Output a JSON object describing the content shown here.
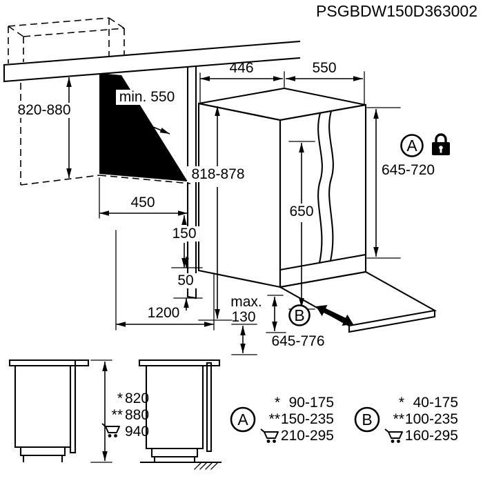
{
  "header": {
    "part_number": "PSGBDW150D363002"
  },
  "colors": {
    "ink": "#000000",
    "paper": "#ffffff"
  },
  "icons": {
    "lock": "padlock-icon",
    "cart": "cart-icon"
  },
  "dims": {
    "niche_height": "820-880",
    "niche_depth": "min. 550",
    "niche_width": "450",
    "width": "446",
    "depth": "550",
    "height": "818-878",
    "door_height": "650",
    "panel_height": "645-720",
    "plinth": "150",
    "gap": "50",
    "front_clearance": "1200",
    "max_label": "max.",
    "max_value": "130",
    "plinth_panel": "645-776"
  },
  "markers": {
    "a": "A",
    "b": "B"
  },
  "height_table": {
    "rows": [
      {
        "prefix": "*",
        "value": "820",
        "icon": ""
      },
      {
        "prefix": "**",
        "value": "880",
        "icon": ""
      },
      {
        "prefix": "",
        "value": "940",
        "icon": "cart"
      }
    ]
  },
  "legend_a": {
    "label": "A",
    "rows": [
      {
        "prefix": "*",
        "value": "90-175",
        "icon": ""
      },
      {
        "prefix": "**",
        "value": "150-235",
        "icon": ""
      },
      {
        "prefix": "",
        "value": "210-295",
        "icon": "cart"
      }
    ]
  },
  "legend_b": {
    "label": "B",
    "rows": [
      {
        "prefix": "*",
        "value": "40-175",
        "icon": ""
      },
      {
        "prefix": "**",
        "value": "100-235",
        "icon": ""
      },
      {
        "prefix": "",
        "value": "160-295",
        "icon": "cart"
      }
    ]
  }
}
